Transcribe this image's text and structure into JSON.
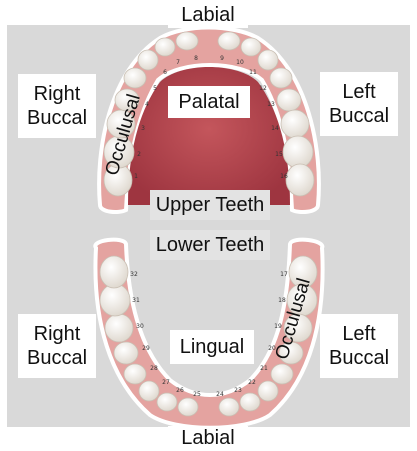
{
  "labels": {
    "labial_top": "Labial",
    "labial_bottom": "Labial",
    "palatal": "Palatal",
    "lingual": "Lingual",
    "upper_teeth": "Upper Teeth",
    "lower_teeth": "Lower Teeth",
    "right_buccal_top": [
      "Right",
      "Buccal"
    ],
    "left_buccal_top": [
      "Left",
      "Buccal"
    ],
    "right_buccal_bottom": [
      "Right",
      "Buccal"
    ],
    "left_buccal_bottom": [
      "Left",
      "Buccal"
    ],
    "occlusal_top": "Occulusal",
    "occlusal_bottom": "Occulusal"
  },
  "tooth_numbers": {
    "upper": [
      "1",
      "2",
      "3",
      "4",
      "5",
      "6",
      "7",
      "8",
      "9",
      "10",
      "11",
      "12",
      "13",
      "14",
      "15",
      "16"
    ],
    "lower": [
      "17",
      "18",
      "19",
      "20",
      "21",
      "22",
      "23",
      "24",
      "25",
      "26",
      "27",
      "28",
      "29",
      "30",
      "31",
      "32"
    ]
  },
  "colors": {
    "background": "#d9d9d9",
    "gum": "#e4a3a0",
    "gum_dark": "#c96b6c",
    "palate": "#b5484f",
    "tooth": "#f2eee8"
  }
}
